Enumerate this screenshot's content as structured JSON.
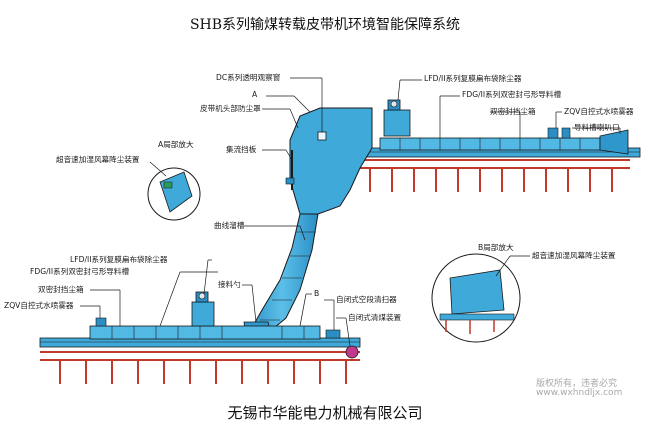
{
  "title": "SHB系列输煤转载皮带机环境智能保障系统",
  "company": "无锡市华能电力机械有限公司",
  "watermark": [
    "版权所有，违者必究",
    "www.wxhndljx.com"
  ],
  "labels": {
    "dc_window": "DC系列透明观察窗",
    "a_mark": "A",
    "head_cover": "皮带机头部防尘罩",
    "collect_plate": "集流挡板",
    "top_lfd": "LFD/II系列复膜扁布袋除尘器",
    "top_fdg": "FDG/II系列双密封弓形导料槽",
    "top_seal": "双密封挡尘箱",
    "top_zqv": "ZQV自控式水喷雾器",
    "top_horn": "导料槽喇叭口",
    "a_detail": "A局部放大",
    "a_detail_device": "超音速加湿风幕降尘装置",
    "curve_chute": "曲线溜槽",
    "b_detail": "B局部放大",
    "b_detail_device": "超音速加湿风幕降尘装置",
    "bot_lfd": "LFD/II系列复膜扁布袋除尘器",
    "bot_fdg": "FDG/II系列双密封弓形导料槽",
    "bot_seal": "双密封挡尘箱",
    "bot_zqv": "ZQV自控式水喷雾器",
    "receive_spoon": "接料勺",
    "b_mark": "B",
    "empty_cleaner": "自闭式空段清扫器",
    "self_cleaner": "自闭式清煤装置"
  },
  "colors": {
    "equipment": "#3fa9d9",
    "equipment_dark": "#1f7fb0",
    "frame": "#c0392b",
    "outline": "#1a1a1a",
    "roller": "#c23a8e"
  }
}
